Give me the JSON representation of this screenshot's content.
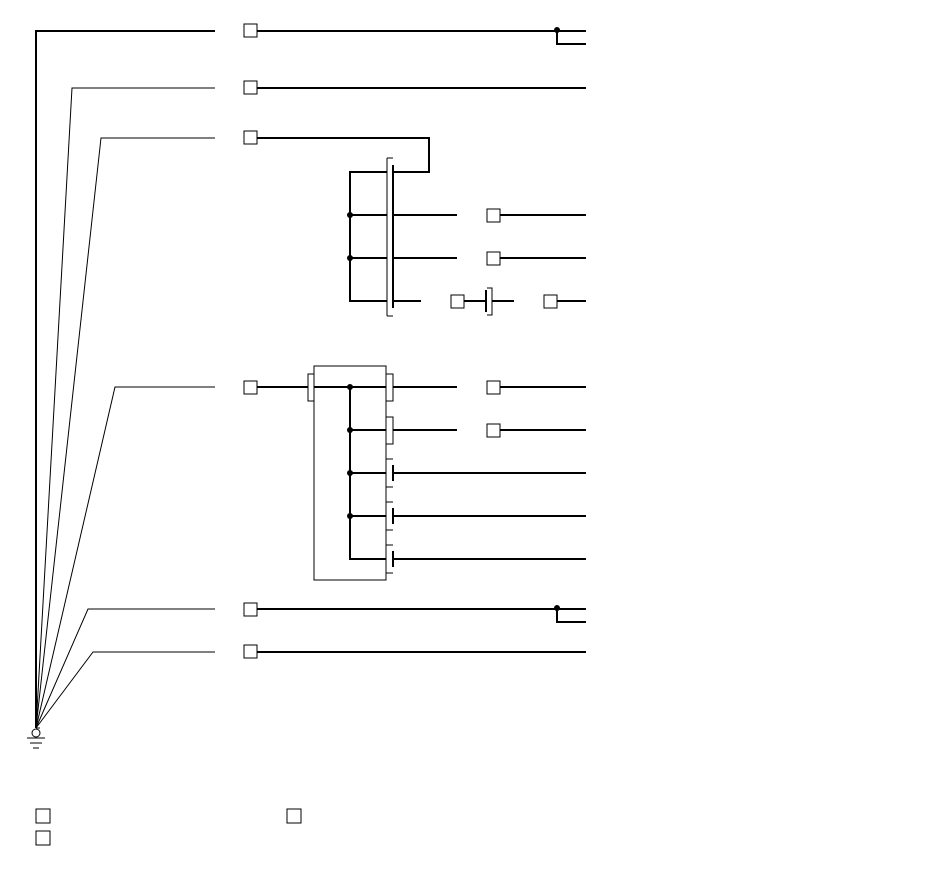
{
  "diagram": {
    "type": "wiring-diagram",
    "ground_symbol": "ground-icon",
    "connector_icon": "connector-box-icon",
    "splice_icon": "splice-dot-icon",
    "ink_color": "#000000",
    "background_color": "#ffffff",
    "harness_ground_branches": 7,
    "connector_boxes": 15,
    "legend_boxes": 3,
    "labels_printed": false
  }
}
